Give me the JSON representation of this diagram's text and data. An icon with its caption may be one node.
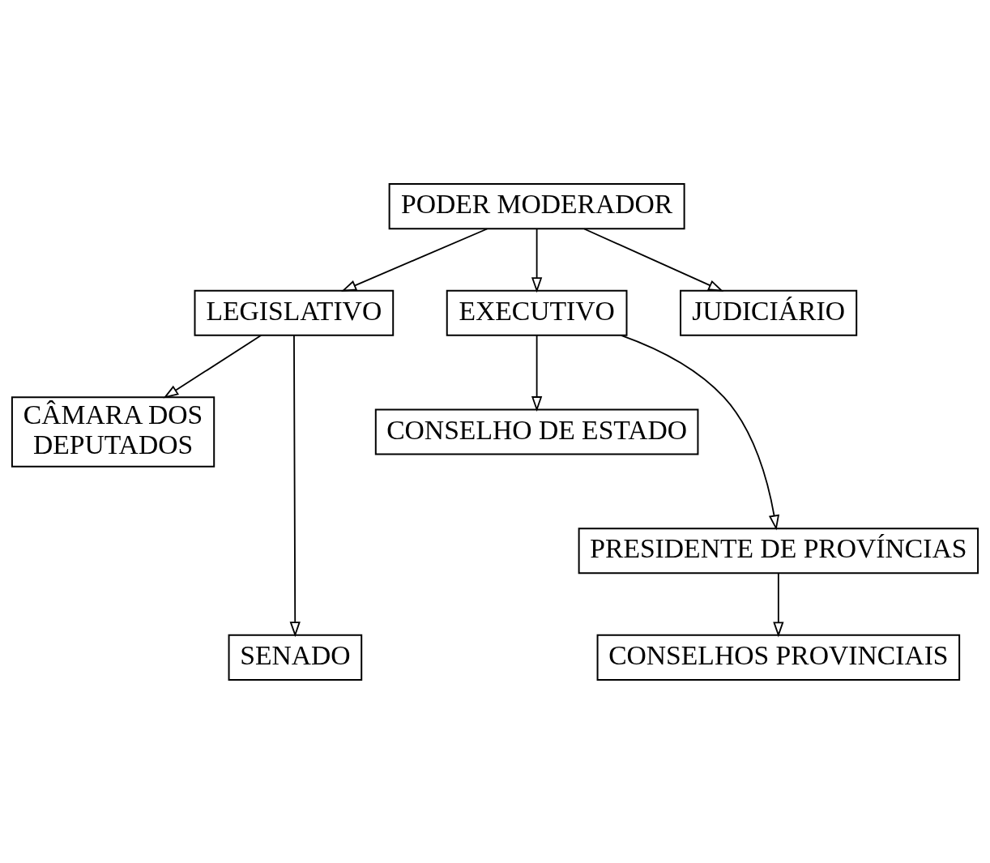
{
  "diagram": {
    "nodes": [
      {
        "text": [
          "PODER MODERADOR"
        ]
      },
      {
        "text": [
          "LEGISLATIVO"
        ]
      },
      {
        "text": [
          "EXECUTIVO"
        ]
      },
      {
        "text": [
          "JUDICIÁRIO"
        ]
      },
      {
        "text": [
          "CÂMARA DOS DEPUTADOS"
        ]
      },
      {
        "text": [
          "CONSELHO DE ESTADO"
        ]
      },
      {
        "text": [
          "PRESIDENTE DE PROVÍNCIAS"
        ]
      },
      {
        "text": [
          "SENADO"
        ]
      },
      {
        "text": [
          "CONSELHOS PROVINCIAIS"
        ]
      }
    ],
    "edges": [
      {
        "from": 0,
        "to": 1,
        "arrow": "to"
      },
      {
        "from": 0,
        "to": 2,
        "arrow": "to"
      },
      {
        "from": 0,
        "to": 3,
        "arrow": "to"
      },
      {
        "from": 1,
        "to": 4,
        "arrow": "to"
      },
      {
        "from": 1,
        "to": 7,
        "arrow": "to"
      },
      {
        "from": 2,
        "to": 5,
        "arrow": "to"
      },
      {
        "from": 2,
        "to": 6,
        "arrow": "to"
      },
      {
        "from": 6,
        "to": 8,
        "arrow": "to"
      }
    ]
  }
}
